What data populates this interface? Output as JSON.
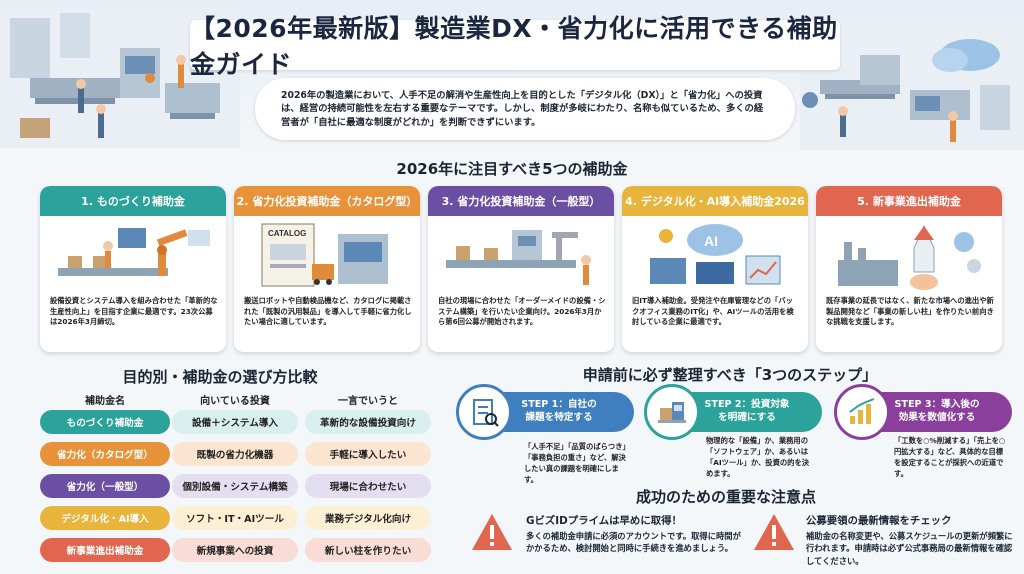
{
  "header": {
    "title": "【2026年最新版】製造業DX・省力化に活用できる補助金ガイド",
    "intro": "2026年の製造業において、人手不足の解消や生産性向上を目的とした「デジタル化（DX）」と「省力化」への投資は、経営の持続可能性を左右する重要なテーマです。しかし、制度が多岐にわたり、名称も似ているため、多くの経営者が「自社に最適な制度がどれか」を判断できずにいます。"
  },
  "subsidies": {
    "section_title": "2026年に注目すべき5つの補助金",
    "cards": [
      {
        "title": "1. ものづくり補助金",
        "color": "#2ba39a",
        "text": "設備投資とシステム導入を組み合わせた「革新的な生産性向上」を目指す企業に最適です。23次公募は2026年3月締切。"
      },
      {
        "title": "2. 省力化投資補助金（カタログ型）",
        "color": "#e8923a",
        "text": "搬送ロボットや自動検品機など、カタログに掲載された「既製の汎用製品」を導入して手軽に省力化したい場合に適しています。"
      },
      {
        "title": "3. 省力化投資補助金（一般型）",
        "color": "#6a4fa3",
        "text": "自社の現場に合わせた「オーダーメイドの設備・システム構築」を行いたい企業向け。2026年3月から第6回公募が開始されます。"
      },
      {
        "title": "4. デジタル化・AI導入補助金2026",
        "color": "#e9b43c",
        "text": "旧IT導入補助金。受発注や在庫管理などの「バックオフィス業務のIT化」や、AIツールの活用を検討している企業に最適です。"
      },
      {
        "title": "5. 新事業進出補助金",
        "color": "#e0664f",
        "text": "既存事業の延長ではなく、新たな市場への進出や新製品開発など「事業の新しい柱」を作りたい前向きな挑戦を支援します。"
      }
    ]
  },
  "comparison": {
    "section_title": "目的別・補助金の選び方比較",
    "headers": [
      "補助金名",
      "向いている投資",
      "一言でいうと"
    ],
    "rows": [
      {
        "name": "ものづくり補助金",
        "investment": "設備＋システム導入",
        "summary": "革新的な設備投資向け",
        "name_color": "#2ba39a",
        "light": "#d9efed"
      },
      {
        "name": "省力化（カタログ型）",
        "investment": "既製の省力化機器",
        "summary": "手軽に導入したい",
        "name_color": "#e8923a",
        "light": "#fbe5d0"
      },
      {
        "name": "省力化（一般型）",
        "investment": "個別設備・システム構築",
        "summary": "現場に合わせたい",
        "name_color": "#6a4fa3",
        "light": "#e4dff0"
      },
      {
        "name": "デジタル化・AI導入",
        "investment": "ソフト・IT・AIツール",
        "summary": "業務デジタル化向け",
        "name_color": "#e9b43c",
        "light": "#fbf0d3"
      },
      {
        "name": "新事業進出補助金",
        "investment": "新規事業への投資",
        "summary": "新しい柱を作りたい",
        "name_color": "#e0664f",
        "light": "#f9dcd5"
      }
    ]
  },
  "steps": {
    "section_title": "申請前に必ず整理すべき「3つのステップ」",
    "items": [
      {
        "line1": "STEP 1：自社の",
        "line2": "課題を特定する",
        "color": "#3f7fc0",
        "text": "「人手不足」「品質のばらつき」「事務負担の重さ」など、解決したい真の課題を明確にします。"
      },
      {
        "line1": "STEP 2：投資対象",
        "line2": "を明確にする",
        "color": "#2ba39a",
        "text": "物理的な「設備」か、業務用の「ソフトウェア」か、あるいは「AIツール」か、投資の的を決めます。"
      },
      {
        "line1": "STEP 3：導入後の",
        "line2": "効果を数値化する",
        "color": "#8a3f9c",
        "text": "「工数を○%削減する」「売上を○円拡大する」など、具体的な目標を設定することが採択への近道です。"
      }
    ]
  },
  "notes": {
    "section_title": "成功のための重要な注意点",
    "items": [
      {
        "title": "GビズIDプライムは早めに取得！",
        "text": "多くの補助金申請に必須のアカウントです。取得に時間がかかるため、検討開始と同時に手続きを進めましょう。"
      },
      {
        "title": "公募要領の最新情報をチェック",
        "text": "補助金の名称変更や、公募スケジュールの更新が頻繁に行われます。申請時は必ず公式事務局の最新情報を確認してください。"
      }
    ]
  }
}
